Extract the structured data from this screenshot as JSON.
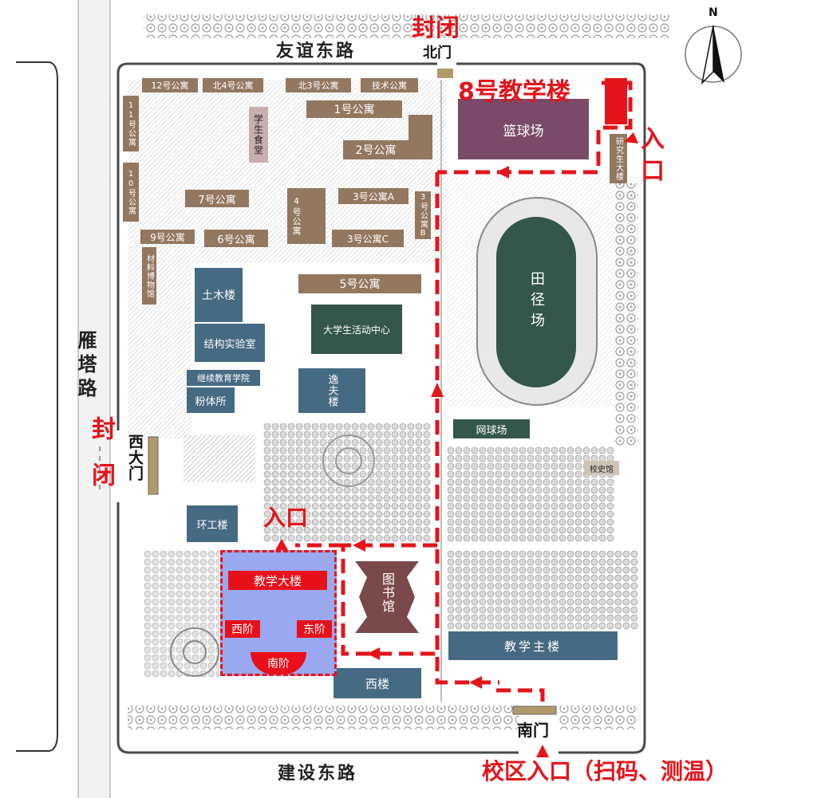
{
  "compass": {
    "north_label": "N"
  },
  "roads": {
    "north": "友谊东路",
    "south": "建设东路",
    "west": "雁塔路"
  },
  "gates": {
    "north": "北门",
    "south": "南门",
    "west": "西大门"
  },
  "annotations": {
    "closed_north": "封闭",
    "closed_west": "封闭",
    "building8": "8号教学楼",
    "entrance_ne": "入口",
    "entrance_mid": "入口",
    "campus_entrance": "校区入口（扫码、测温）"
  },
  "buildings": {
    "apt12": "12号公寓",
    "apt4n": "北4号公寓",
    "apt3n": "北3号公寓",
    "tech": "技术公寓",
    "apt11": "11号公寓",
    "apt10": "10号公寓",
    "canteen": "学生食堂",
    "apt1": "1号公寓",
    "apt2": "2号公寓",
    "apt7": "7号公寓",
    "apt4": "4号公寓",
    "apt3a": "3号公寓A",
    "apt3b": "3号公寓B",
    "apt9": "9号公寓",
    "apt6": "6号公寓",
    "apt3c": "3号公寓C",
    "museum": "材料博物馆",
    "apt5": "5号公寓",
    "basketball": "篮球场",
    "grad": "研究生大楼",
    "track": "田径场",
    "civil": "土木楼",
    "struct_lab": "结构实验室",
    "activity": "大学生活动中心",
    "cont_edu": "继续教育学院",
    "powder": "粉体所",
    "yifu": "逸夫楼",
    "tennis": "网球场",
    "history": "校史馆",
    "env": "环工楼",
    "teaching": "教学大楼",
    "west_steps": "西阶",
    "east_steps": "东阶",
    "south_steps": "南阶",
    "library": "图书馆",
    "main_teaching": "教学主楼",
    "west_bldg": "西楼"
  },
  "colors": {
    "route_red": "#e4141b",
    "dorm_brown": "#93775f",
    "academic_blue": "#456a83",
    "sports_green": "#33574a",
    "basketball_purple": "#7a4a68",
    "highlight_blue": "#9aa8ef"
  }
}
